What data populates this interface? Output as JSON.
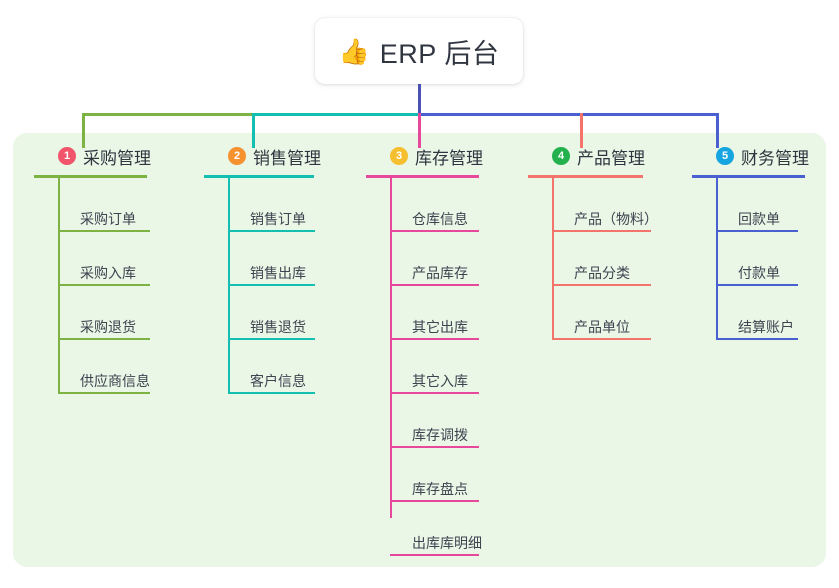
{
  "root": {
    "emoji": "👍",
    "emoji_name": "thumbs-up-icon",
    "title": "ERP 后台"
  },
  "palette": {
    "panel_bg": "#eaf6e6",
    "page_bg": "#ffffff",
    "stem": "#4a52b8",
    "text": "#2f3640",
    "item_text": "#3d4450"
  },
  "columns": [
    {
      "number": "1",
      "title": "采购管理",
      "badge_color": "#f2556b",
      "line_color": "#7cb342",
      "items": [
        "采购订单",
        "采购入库",
        "采购退货",
        "供应商信息"
      ]
    },
    {
      "number": "2",
      "title": "销售管理",
      "badge_color": "#f5922f",
      "line_color": "#12bfb0",
      "items": [
        "销售订单",
        "销售出库",
        "销售退货",
        "客户信息"
      ]
    },
    {
      "number": "3",
      "title": "库存管理",
      "badge_color": "#f5c02f",
      "line_color": "#e8489b",
      "items": [
        "仓库信息",
        "产品库存",
        "其它出库",
        "其它入库",
        "库存调拨",
        "库存盘点",
        "出库库明细"
      ]
    },
    {
      "number": "4",
      "title": "产品管理",
      "badge_color": "#22b14c",
      "line_color": "#f4736b",
      "items": [
        "产品（物料）",
        "产品分类",
        "产品单位"
      ]
    },
    {
      "number": "5",
      "title": "财务管理",
      "badge_color": "#15a5e0",
      "line_color": "#4a5fd0",
      "items": [
        "回款单",
        "付款单",
        "结算账户"
      ]
    }
  ]
}
